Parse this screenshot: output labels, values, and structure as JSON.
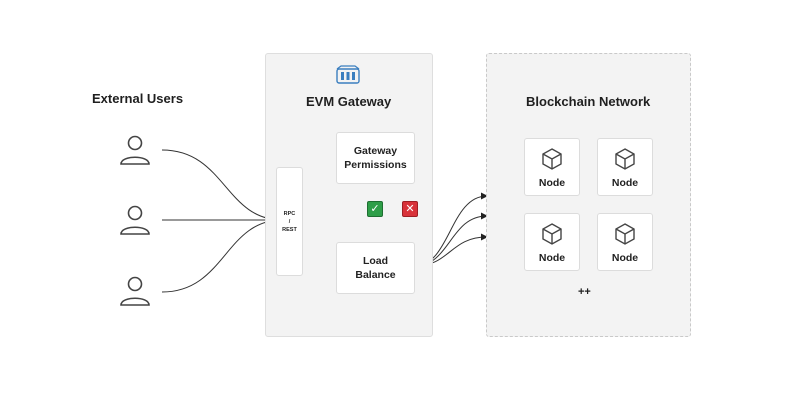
{
  "headings": {
    "users": "External Users",
    "gateway": "EVM Gateway",
    "network": "Blockchain Network"
  },
  "gateway": {
    "entry": "RPC\n/\nREST",
    "permissions": "Gateway\nPermissions",
    "load_balance": "Load\nBalance"
  },
  "network": {
    "nodes": [
      "Node",
      "Node",
      "Node",
      "Node"
    ],
    "more": "++"
  },
  "icons": {
    "gateway": "gateway-icon",
    "user": "user-icon",
    "node": "cube-icon",
    "allow": "check-icon",
    "deny": "cross-icon"
  },
  "colors": {
    "allow": "#2e9e48",
    "deny": "#d8323a",
    "gateway_icon": "#3a7ebf"
  }
}
